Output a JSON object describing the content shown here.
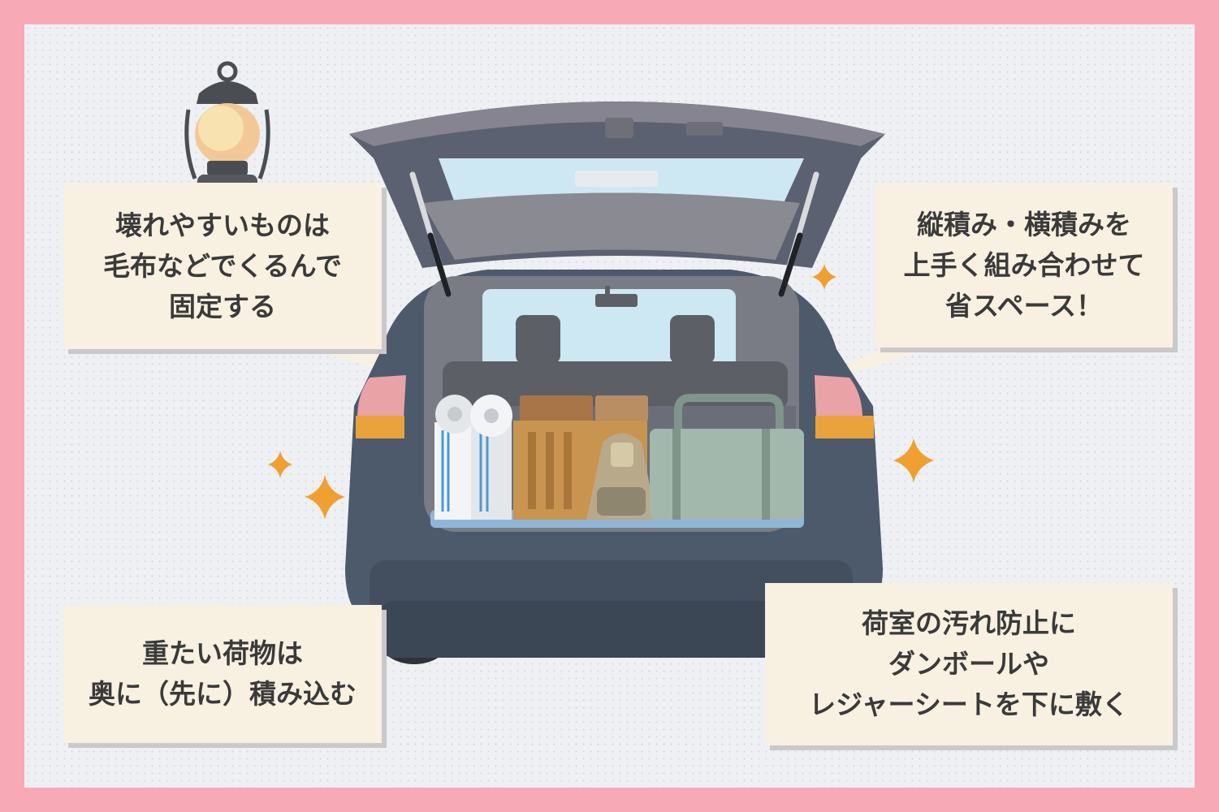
{
  "callouts": {
    "fragile": [
      "壊れやすいものは",
      "毛布などでくるんで",
      "固定する"
    ],
    "stacking": [
      "縦積み・横積みを",
      "上手く組み合わせて",
      "省スペース！"
    ],
    "heavy": [
      "重たい荷物は",
      "奥に（先に）積み込む"
    ],
    "protect": [
      "荷室の汚れ防止に",
      "ダンボールや",
      "レジャーシートを下に敷く"
    ]
  },
  "colors": {
    "frame": "#f8a9b6",
    "box": "#f8f0e1",
    "car": "#4c5a6c",
    "sparkle": "#f0a030"
  }
}
